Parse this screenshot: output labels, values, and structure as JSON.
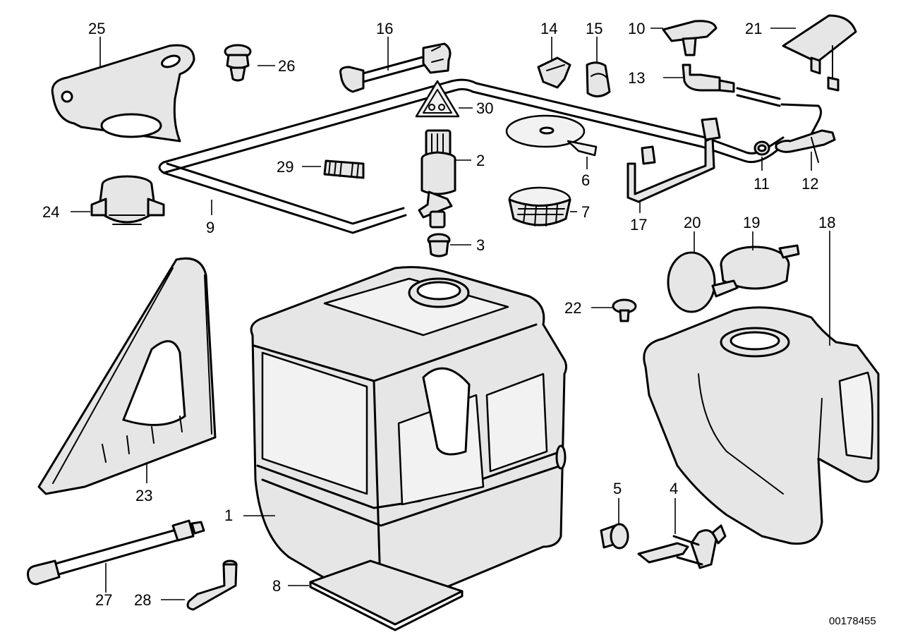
{
  "diagram_id": "00178455",
  "parts": [
    {
      "number": "1"
    },
    {
      "number": "2"
    },
    {
      "number": "3"
    },
    {
      "number": "4"
    },
    {
      "number": "5"
    },
    {
      "number": "6"
    },
    {
      "number": "7"
    },
    {
      "number": "8"
    },
    {
      "number": "9"
    },
    {
      "number": "10"
    },
    {
      "number": "11"
    },
    {
      "number": "12"
    },
    {
      "number": "13"
    },
    {
      "number": "14"
    },
    {
      "number": "15"
    },
    {
      "number": "16"
    },
    {
      "number": "17"
    },
    {
      "number": "18"
    },
    {
      "number": "19"
    },
    {
      "number": "20"
    },
    {
      "number": "21"
    },
    {
      "number": "22"
    },
    {
      "number": "23"
    },
    {
      "number": "24"
    },
    {
      "number": "25"
    },
    {
      "number": "26"
    },
    {
      "number": "27"
    },
    {
      "number": "28"
    },
    {
      "number": "29"
    },
    {
      "number": "30"
    }
  ]
}
